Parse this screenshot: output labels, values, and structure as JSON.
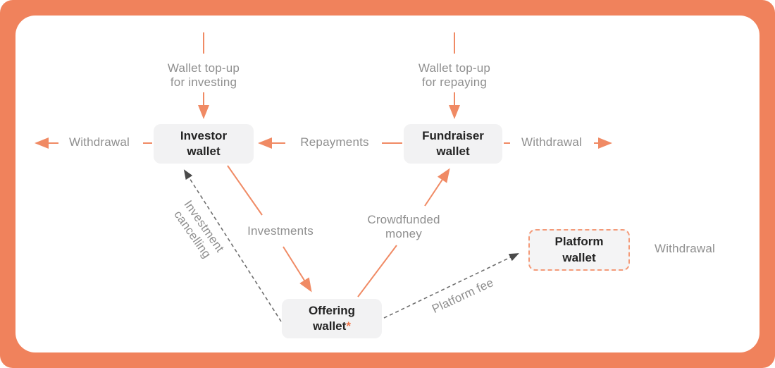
{
  "colors": {
    "frame_orange": "#F0825C",
    "arrow_orange": "#F08A64",
    "label_gray": "#8F8F8F",
    "dashed_gray": "#6E6E6E",
    "node_bg": "#F2F2F3",
    "node_text": "#242424",
    "platform_dashed_border": "#F49A78",
    "asterisk_orange": "#F0764A"
  },
  "nodes": {
    "investor": {
      "line1": "Investor",
      "line2": "wallet"
    },
    "fundraiser": {
      "line1": "Fundraiser",
      "line2": "wallet"
    },
    "offering": {
      "line1": "Offering",
      "line2": "wallet",
      "asterisk": "*"
    },
    "platform": {
      "line1": "Platform",
      "line2": "wallet"
    }
  },
  "labels": {
    "topup_investing": "Wallet top-up\nfor investing",
    "topup_repaying": "Wallet top-up\nfor repaying",
    "withdrawal_left": "Withdrawal",
    "repayments": "Repayments",
    "withdrawal_fundraiser": "Withdrawal",
    "investments": "Investments",
    "crowdfunded_money": "Crowdfunded\nmoney",
    "investment_cancelling": "Investment\ncancelling",
    "platform_fee": "Platform fee",
    "withdrawal_platform": "Withdrawal"
  },
  "edges": [
    {
      "from": "external",
      "to": "investor",
      "label": "Wallet top-up for investing",
      "style": "solid-orange"
    },
    {
      "from": "external",
      "to": "fundraiser",
      "label": "Wallet top-up for repaying",
      "style": "solid-orange"
    },
    {
      "from": "investor",
      "to": "external-left",
      "label": "Withdrawal",
      "style": "solid-orange"
    },
    {
      "from": "fundraiser",
      "to": "investor",
      "label": "Repayments",
      "style": "solid-orange"
    },
    {
      "from": "fundraiser",
      "to": "external-right",
      "label": "Withdrawal",
      "style": "solid-orange"
    },
    {
      "from": "investor",
      "to": "offering",
      "label": "Investments",
      "style": "solid-orange"
    },
    {
      "from": "offering",
      "to": "fundraiser",
      "label": "Crowdfunded money",
      "style": "solid-orange"
    },
    {
      "from": "offering",
      "to": "investor",
      "label": "Investment cancelling",
      "style": "dashed-gray"
    },
    {
      "from": "offering",
      "to": "platform",
      "label": "Platform fee",
      "style": "dashed-gray"
    },
    {
      "from": "platform",
      "to": "external-right",
      "label": "Withdrawal",
      "style": "solid-orange"
    }
  ]
}
